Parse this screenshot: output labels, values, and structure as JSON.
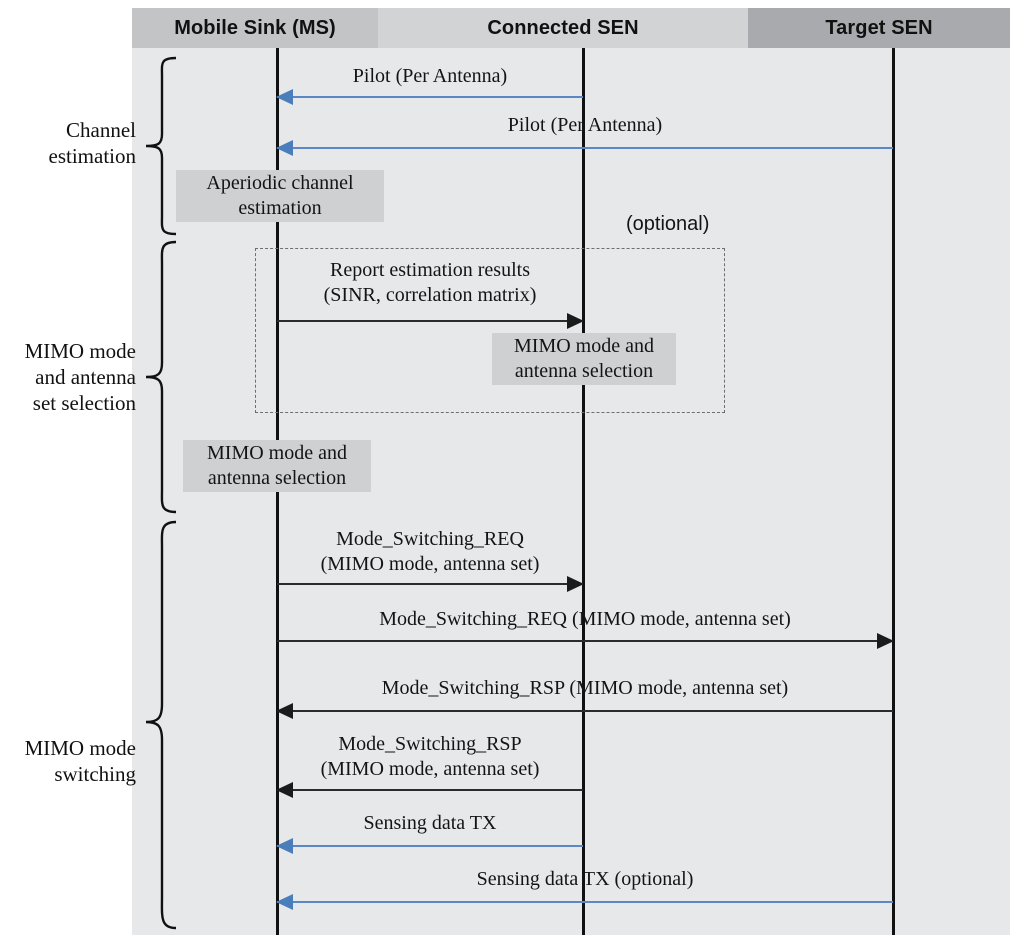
{
  "diagram": {
    "title": "MIMO mode switching sequence diagram",
    "colors": {
      "body_background": "#e7e8ea",
      "header_ms": "#c3c4c6",
      "header_connected": "#d2d3d5",
      "header_target": "#a8aaad",
      "action_box": "#cfd0d2",
      "blue_arrow": "#4a7ebb",
      "dark_arrow": "#1b1b1b",
      "dashed_border": "#6d6e70"
    }
  },
  "lanes": [
    {
      "id": "ms",
      "label": "Mobile Sink (MS)"
    },
    {
      "id": "conn",
      "label": "Connected SEN"
    },
    {
      "id": "target",
      "label": "Target SEN"
    }
  ],
  "phases": [
    {
      "id": "channel-estimation",
      "label": "Channel\nestimation"
    },
    {
      "id": "mimo-selection",
      "label": "MIMO mode\nand antenna\nset selection"
    },
    {
      "id": "mimo-switching",
      "label": "MIMO mode\nswitching"
    }
  ],
  "messages": [
    {
      "id": "pilot-1",
      "label": "Pilot (Per Antenna)",
      "from": "conn",
      "to": "ms",
      "style": "blue"
    },
    {
      "id": "pilot-2",
      "label": "Pilot (Per Antenna)",
      "from": "target",
      "to": "ms",
      "style": "blue"
    },
    {
      "id": "report",
      "label": "Report estimation results\n(SINR, correlation matrix)",
      "from": "ms",
      "to": "conn",
      "style": "dark"
    },
    {
      "id": "ms-req-1",
      "label": "Mode_Switching_REQ\n(MIMO mode, antenna set)",
      "from": "ms",
      "to": "conn",
      "style": "dark"
    },
    {
      "id": "ms-req-2",
      "label": "Mode_Switching_REQ (MIMO mode, antenna set)",
      "from": "ms",
      "to": "target",
      "style": "dark"
    },
    {
      "id": "ms-rsp-1",
      "label": "Mode_Switching_RSP (MIMO mode, antenna set)",
      "from": "target",
      "to": "ms",
      "style": "dark"
    },
    {
      "id": "ms-rsp-2",
      "label": "Mode_Switching_RSP\n(MIMO mode, antenna set)",
      "from": "conn",
      "to": "ms",
      "style": "dark"
    },
    {
      "id": "sensing-1",
      "label": "Sensing data TX",
      "from": "conn",
      "to": "ms",
      "style": "blue"
    },
    {
      "id": "sensing-2",
      "label": "Sensing data TX (optional)",
      "from": "target",
      "to": "ms",
      "style": "blue"
    }
  ],
  "action_boxes": [
    {
      "id": "aperiodic-channel-estimation",
      "label": "Aperiodic channel\nestimation",
      "lane": "ms"
    },
    {
      "id": "conn-mimo-selection",
      "label": "MIMO mode and\nantenna selection",
      "lane": "conn"
    },
    {
      "id": "ms-mimo-selection",
      "label": "MIMO mode and\nantenna selection",
      "lane": "ms"
    }
  ],
  "annotations": [
    {
      "id": "optional-tag",
      "label": "(optional)"
    }
  ]
}
